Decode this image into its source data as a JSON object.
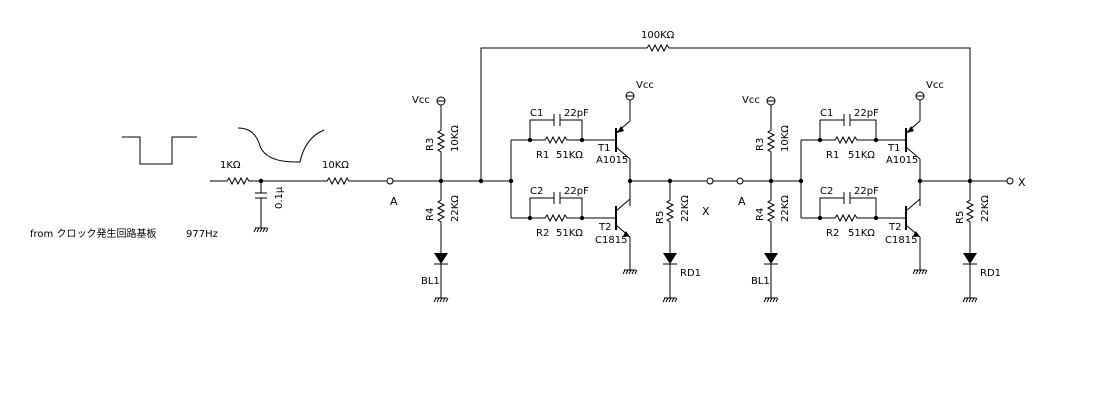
{
  "source": {
    "text": "from クロック発生回路基板",
    "freq": "977Hz"
  },
  "input": {
    "r_input": "1KΩ",
    "c_input": "0.1μ",
    "r_series": "10KΩ",
    "node_a": "A"
  },
  "feedback": {
    "value": "100KΩ"
  },
  "stages": [
    {
      "vcc_r3": "Vcc",
      "vcc_t1": "Vcc",
      "r3_name": "R3",
      "r3_value": "10KΩ",
      "r4_name": "R4",
      "r4_value": "22KΩ",
      "led_left": "BL1",
      "c1_name": "C1",
      "c1_value": "22pF",
      "r1_name": "R1",
      "r1_value": "51KΩ",
      "c2_name": "C2",
      "c2_value": "22pF",
      "r2_name": "R2",
      "r2_value": "51KΩ",
      "t1_name": "T1",
      "t1_part": "A1015",
      "t2_name": "T2",
      "t2_part": "C1815",
      "r5_name": "R5",
      "r5_value": "22KΩ",
      "led_right": "RD1",
      "node_in": "A",
      "node_out": "X"
    },
    {
      "vcc_r3": "Vcc",
      "vcc_t1": "Vcc",
      "r3_name": "R3",
      "r3_value": "10KΩ",
      "r4_name": "R4",
      "r4_value": "22KΩ",
      "led_left": "BL1",
      "c1_name": "C1",
      "c1_value": "22pF",
      "r1_name": "R1",
      "r1_value": "51KΩ",
      "c2_name": "C2",
      "c2_value": "22pF",
      "r2_name": "R2",
      "r2_value": "51KΩ",
      "t1_name": "T1",
      "t1_part": "A1015",
      "t2_name": "T2",
      "t2_part": "C1815",
      "r5_name": "R5",
      "r5_value": "22KΩ",
      "led_right": "RD1",
      "node_in": "A",
      "node_out": "X"
    }
  ]
}
